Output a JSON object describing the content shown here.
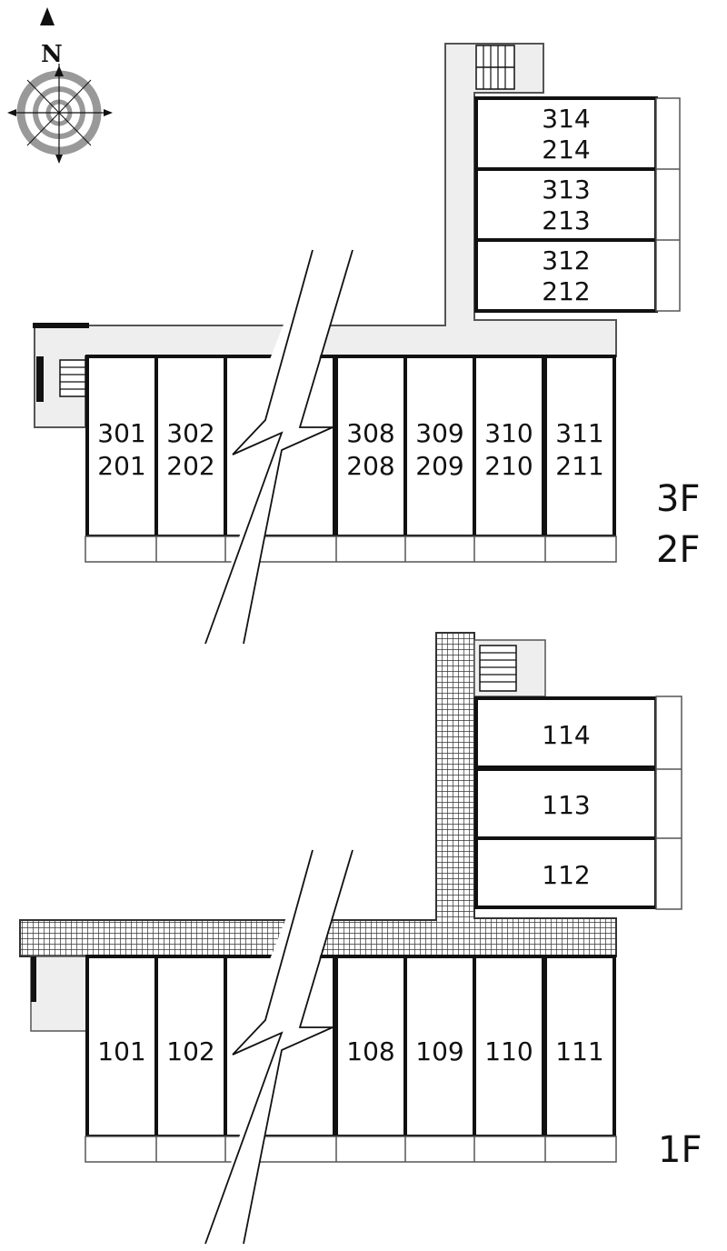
{
  "compass": {
    "north_label": "N",
    "icon": "compass-rose-icon"
  },
  "upper_block": {
    "floor_labels": [
      "3F",
      "2F"
    ],
    "wing_units": [
      {
        "top": "314",
        "bottom": "214"
      },
      {
        "top": "313",
        "bottom": "213"
      },
      {
        "top": "312",
        "bottom": "212"
      }
    ],
    "row_units": [
      {
        "top": "301",
        "bottom": "201"
      },
      {
        "top": "302",
        "bottom": "202"
      },
      {
        "top": "",
        "bottom": ""
      },
      {
        "top": "308",
        "bottom": "208"
      },
      {
        "top": "309",
        "bottom": "209"
      },
      {
        "top": "310",
        "bottom": "210"
      },
      {
        "top": "311",
        "bottom": "211"
      }
    ]
  },
  "lower_block": {
    "floor_labels": [
      "1F"
    ],
    "wing_units": [
      "114",
      "113",
      "112"
    ],
    "row_units": [
      "101",
      "102",
      "",
      "108",
      "109",
      "110",
      "111"
    ]
  },
  "colors": {
    "line": "#111111",
    "corridor": "#eeeeee",
    "paving": "#333333",
    "outline": "#555555"
  }
}
